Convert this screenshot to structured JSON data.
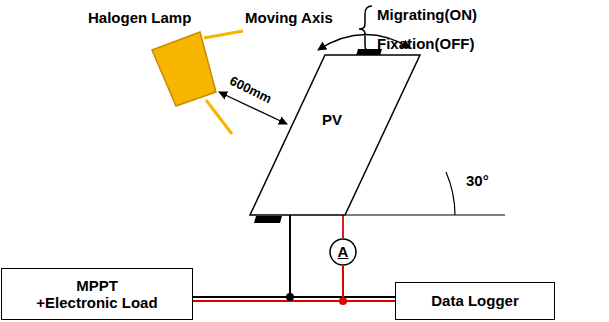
{
  "diagram": {
    "nodes": [
      {
        "text": [
          "PV"
        ]
      },
      {
        "text": [
          "A"
        ]
      },
      {
        "text": [
          "MPPT +Electronic Load"
        ]
      },
      {
        "text": [
          "Data Logger"
        ]
      }
    ],
    "edges": [
      {
        "from": 0,
        "to": 2,
        "arrow": "none"
      },
      {
        "from": 0,
        "to": 3,
        "arrow": "none"
      },
      {
        "from": 0,
        "to": 1,
        "arrow": "none"
      },
      {
        "from": 1,
        "to": 2,
        "arrow": "none"
      },
      {
        "from": 1,
        "to": 3,
        "arrow": "none"
      }
    ],
    "labels": [
      "Halogen Lamp",
      "Moving Axis",
      "Migrating(ON)",
      "Fixation(OFF)",
      "600mm",
      "30°"
    ]
  }
}
